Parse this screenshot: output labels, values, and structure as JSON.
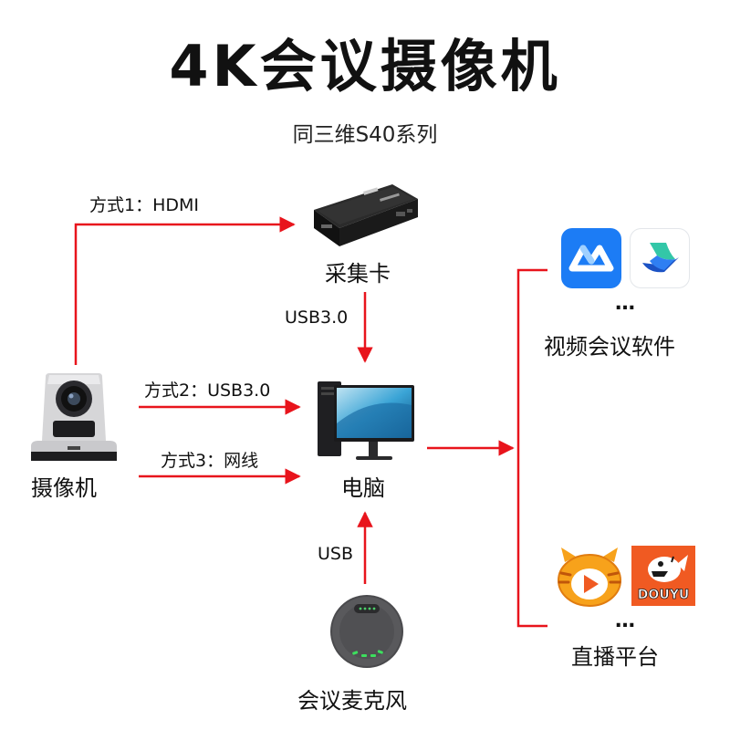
{
  "title": "4K会议摄像机",
  "subtitle": "同三维S40系列",
  "nodes": {
    "capture_card": "采集卡",
    "camera": "摄像机",
    "computer": "电脑",
    "microphone": "会议麦克风",
    "video_software": "视频会议软件",
    "live_platform": "直播平台"
  },
  "connections": {
    "method1": "方式1：HDMI",
    "method2": "方式2：USB3.0",
    "method3": "方式3：网线",
    "card_to_pc": "USB3.0",
    "mic_to_pc": "USB"
  },
  "ellipsis": "…",
  "logos": {
    "douyu_text": "DOUYU"
  },
  "colors": {
    "arrow": "#e8141c",
    "tencent_meeting": "#1c7cf5",
    "huya": "#f7a21b",
    "douyu": "#f05a22"
  }
}
